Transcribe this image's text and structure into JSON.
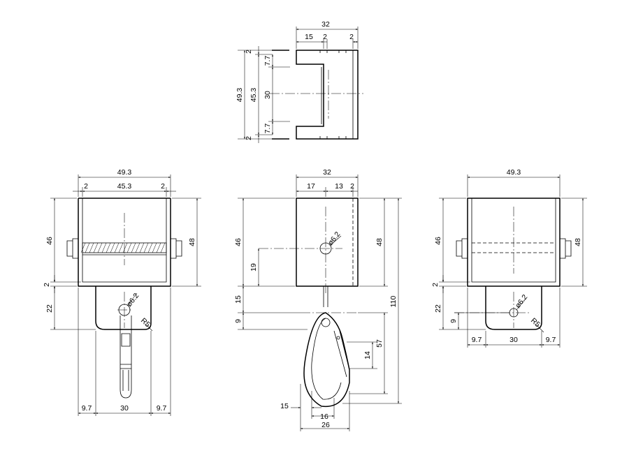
{
  "drawing": {
    "top_view": {
      "overall_width": "32",
      "left_part": "15",
      "gap": "2",
      "right_flange": "2",
      "height_total": "49.3",
      "height_inner": "45.3",
      "slot_height": "30",
      "offset_top": "7.7",
      "offset_bottom": "7.7",
      "thickness_top": "2",
      "thickness_bottom": "2"
    },
    "left_view": {
      "width_outer": "49.3",
      "flange_left": "2",
      "width_inner": "45.3",
      "flange_right": "2",
      "height_46": "46",
      "height_48": "48",
      "base_thickness": "2",
      "tab_height": "22",
      "hole_label": "ø6.2",
      "radius_label": "R5",
      "margin_left": "9.7",
      "tab_width": "30",
      "margin_right": "9.7"
    },
    "middle_view": {
      "width": "32",
      "seg_17": "17",
      "seg_13": "13",
      "seg_2": "2",
      "height_46": "46",
      "height_19": "19",
      "height_48": "48",
      "dim_15": "15",
      "dim_9": "9",
      "hole_label": "ø6.2",
      "total_110": "110",
      "hook_57": "57",
      "gate_14": "14",
      "hook_wire_15": "15",
      "hook_inner_16": "16",
      "hook_width_26": "26"
    },
    "right_view": {
      "width_outer": "49.3",
      "height_46": "46",
      "height_48": "48",
      "base_thickness": "2",
      "tab_height": "22",
      "dim_9": "9",
      "hole_label": "ø6.2",
      "radius_label": "R5",
      "margin_left": "9.7",
      "tab_width": "30",
      "margin_right": "9.7"
    }
  }
}
